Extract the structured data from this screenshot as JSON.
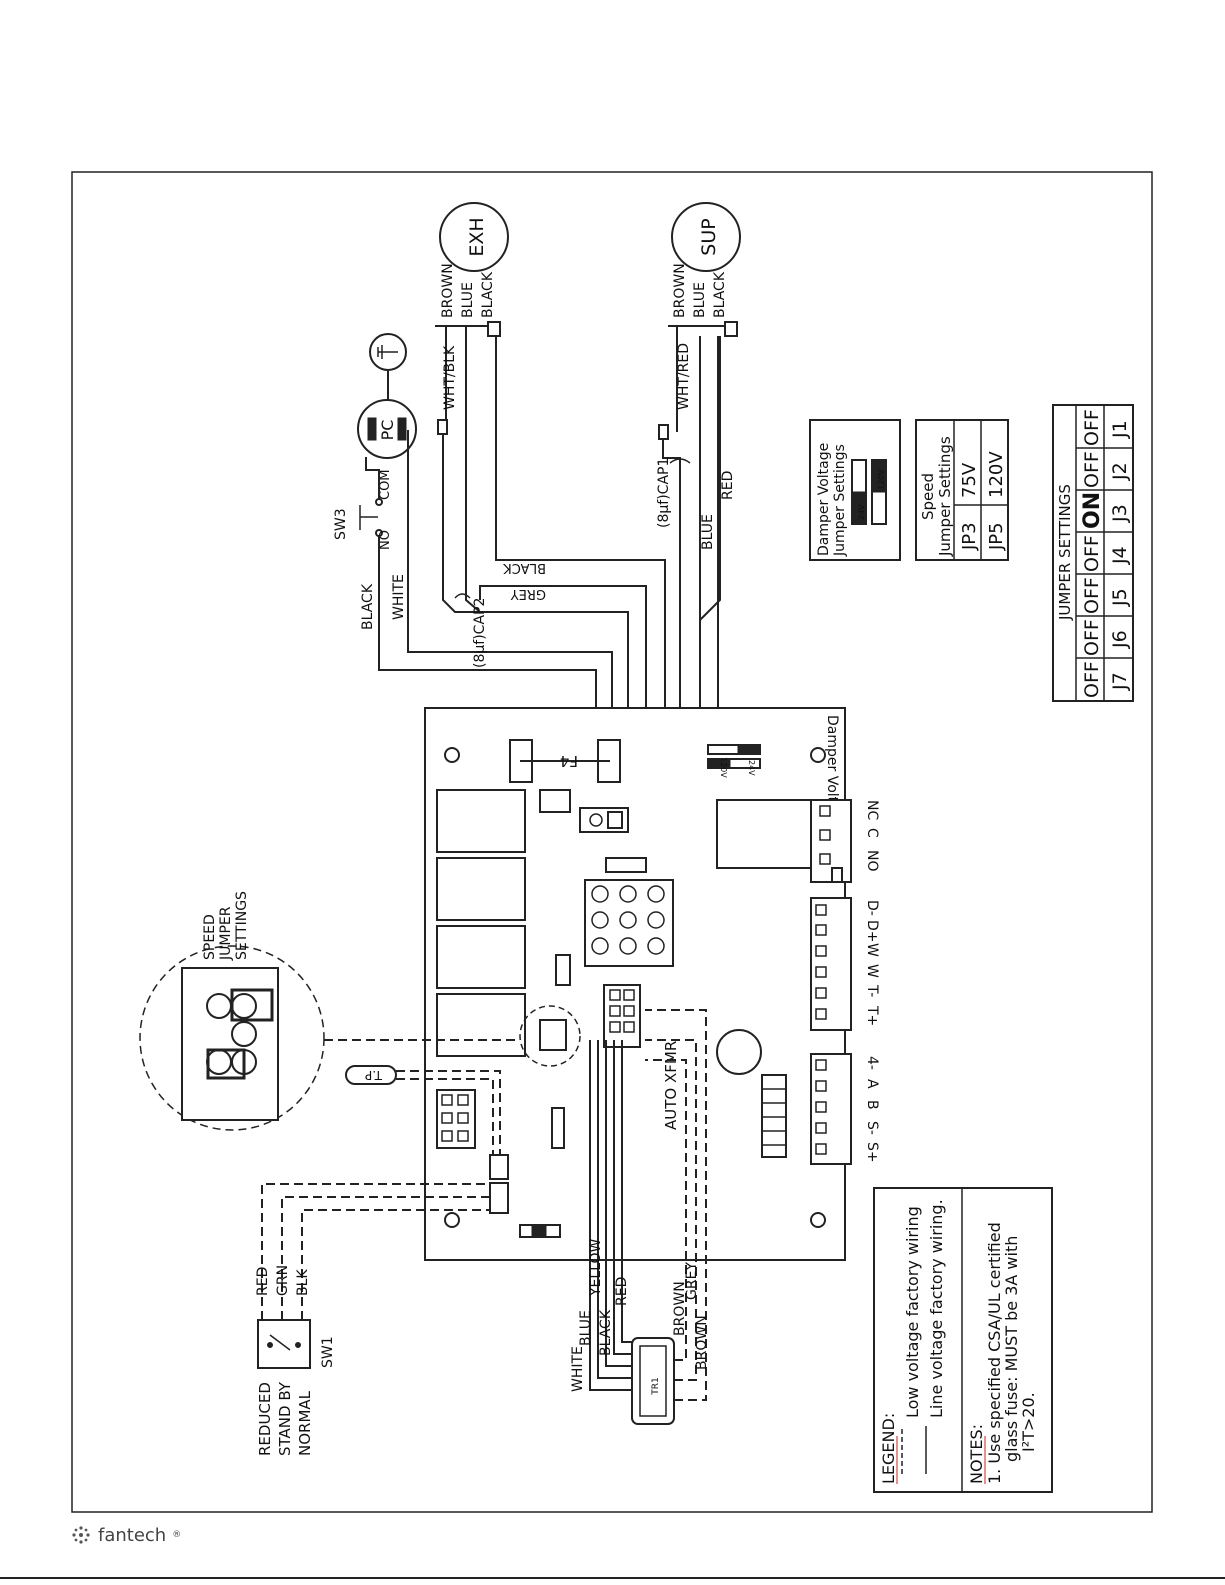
{
  "brand": {
    "name": "fantech",
    "mark": "®"
  },
  "motors": {
    "exh": {
      "label": "EXH",
      "wires": [
        "BROWN",
        "BLUE",
        "BLACK"
      ]
    },
    "sup": {
      "label": "SUP",
      "wires": [
        "BROWN",
        "BLUE",
        "BLACK"
      ]
    }
  },
  "pc": {
    "label": "PC"
  },
  "sw3": {
    "label": "SW3",
    "no": "NO",
    "com": "COM"
  },
  "caps": {
    "cap1": "(8µf)CAP1",
    "cap2": "(8µf)CAP2"
  },
  "wire_labels": {
    "wht_blk": "WHT/BLK",
    "wht_red": "WHT/RED",
    "black_top": "BLACK",
    "grey_top": "GREY",
    "black_left": "BLACK",
    "white_left": "WHITE",
    "blue_mid": "BLUE",
    "red_mid": "RED"
  },
  "board": {
    "fuse": "F4",
    "damper_voltage": "Damper Voltage",
    "j_24v": "24V",
    "j_120v": "120V",
    "relay_terms": [
      "NC",
      "C",
      "NO"
    ],
    "control_terms": [
      "D-",
      "D+",
      "W",
      "W",
      "T-",
      "T+"
    ],
    "comm_terms": [
      "4-",
      "A",
      "B",
      "S-",
      "S+"
    ],
    "auto_xfmr": "AUTO XFMR",
    "tp": "T.P"
  },
  "transformer": {
    "label": "TR1",
    "wires": [
      "WHITE",
      "BLUE",
      "YELLOW",
      "BLACK",
      "RED",
      "BROWN",
      "GREY",
      "BROWN"
    ]
  },
  "sw1": {
    "label": "SW1",
    "positions": [
      "REDUCED",
      "STAND BY",
      "NORMAL"
    ],
    "wires": [
      "RED",
      "GRN",
      "BLK"
    ]
  },
  "speed_jumper_callout": [
    "SPEED",
    "JUMPER",
    "SETTINGS"
  ],
  "damper_table": {
    "title_1": "Damper Voltage",
    "title_2": "Jumper Settings",
    "opt_24": "24V",
    "opt_120": "120V"
  },
  "speed_table": {
    "title_1": "Speed",
    "title_2": "Jumper Settings",
    "rows": [
      [
        "JP3",
        "75V"
      ],
      [
        "JP5",
        "120V"
      ]
    ]
  },
  "jumper_table": {
    "title": "JUMPER SETTINGS",
    "values": [
      "OFF",
      "OFF",
      "OFF",
      "OFF",
      "ON",
      "OFF",
      "OFF"
    ],
    "names": [
      "J7",
      "J6",
      "J5",
      "J4",
      "J3",
      "J2",
      "J1"
    ]
  },
  "legend": {
    "title": "LEGEND:",
    "low": "Low voltage factory wiring",
    "line": "Line voltage factory wiring."
  },
  "notes": {
    "title": "NOTES:",
    "lines": [
      "1. Use specified CSA/UL certified",
      "glass fuse: MUST  be 3A with",
      "I²T>20."
    ]
  }
}
